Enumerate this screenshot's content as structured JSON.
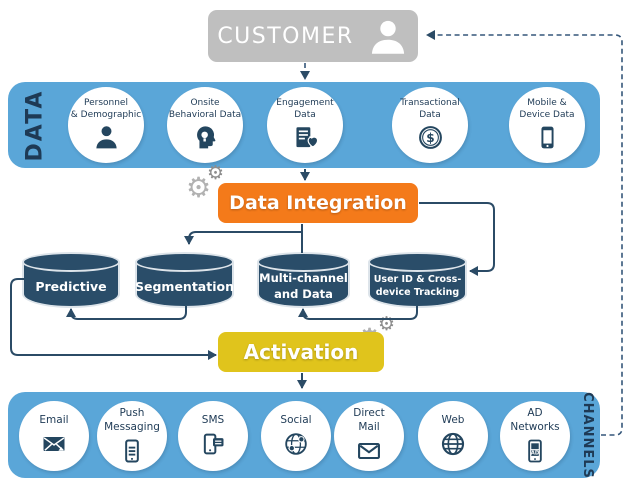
{
  "colors": {
    "band_blue": "#5aa6d8",
    "orange": "#f47a1a",
    "yellow": "#e0c41c",
    "customer_gray": "#bfbfbf",
    "cylinder_navy": "#2a4d69",
    "cylinder_edge": "#dde4ea",
    "navy_text": "#1e3a55",
    "icon_navy": "#24465f",
    "connector": "#2b4b66",
    "connector_dashed": "#35577a",
    "gear_gray": "#9c9c9c"
  },
  "customer": {
    "label": "CUSTOMER",
    "icon": "person-icon"
  },
  "data_band": {
    "label": "DATA",
    "items": [
      {
        "line1": "Personnel",
        "line2": "& Demographic",
        "icon": "person-icon"
      },
      {
        "line1": "Onsite",
        "line2": "Behavioral Data",
        "icon": "behavioral-head-icon"
      },
      {
        "line1": "Engagement",
        "line2": "Data",
        "icon": "engagement-doc-icon"
      },
      {
        "line1": "Transactional",
        "line2": "Data",
        "icon": "dollar-coin-icon"
      },
      {
        "line1": "Mobile &",
        "line2": "Device Data",
        "icon": "smartphone-icon"
      }
    ]
  },
  "integration": {
    "label": "Data Integration",
    "gears": "gears-icon"
  },
  "stores": [
    {
      "line1": "Predictive",
      "line2": ""
    },
    {
      "line1": "Segmentation",
      "line2": ""
    },
    {
      "line1": "Multi-channel",
      "line2": "and Data"
    },
    {
      "line1": "User ID & Cross-",
      "line2": "device Tracking"
    }
  ],
  "activation": {
    "label": "Activation",
    "gears": "gears-icon"
  },
  "channels_band": {
    "label": "CHANNELS",
    "items": [
      {
        "line1": "Email",
        "line2": "",
        "icon": "email-icon"
      },
      {
        "line1": "Push",
        "line2": "Messaging",
        "icon": "push-messaging-icon"
      },
      {
        "line1": "SMS",
        "line2": "",
        "icon": "sms-icon"
      },
      {
        "line1": "Social",
        "line2": "",
        "icon": "social-globe-icon"
      },
      {
        "line1": "Direct",
        "line2": "Mail",
        "icon": "direct-mail-icon"
      },
      {
        "line1": "Web",
        "line2": "",
        "icon": "web-globe-icon"
      },
      {
        "line1": "AD",
        "line2": "Networks",
        "icon": "ad-networks-icon"
      }
    ]
  }
}
